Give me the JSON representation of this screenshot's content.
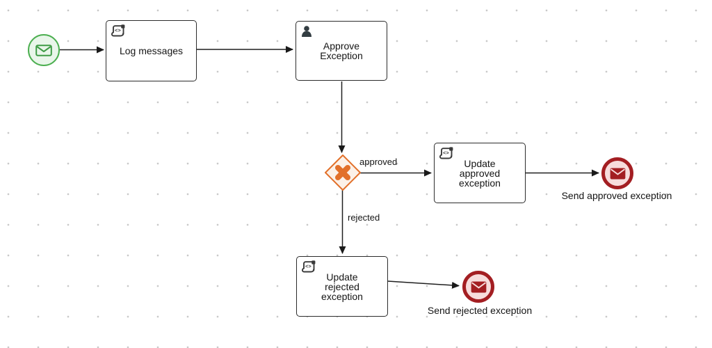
{
  "diagram": {
    "type": "bpmn-process",
    "nodes": {
      "start_event": {
        "type": "message-start-event",
        "icon": "envelope-icon",
        "color": "#4caf50"
      },
      "log_messages": {
        "label": "Log messages",
        "type": "script-task",
        "icon": "script-icon"
      },
      "approve_exception": {
        "label": "Approve Exception",
        "type": "user-task",
        "icon": "user-icon"
      },
      "gateway": {
        "type": "exclusive-gateway",
        "icon": "x-marker-icon",
        "color": "#e2702a"
      },
      "update_approved": {
        "label": "Update approved exception",
        "type": "script-task",
        "icon": "script-icon"
      },
      "update_rejected": {
        "label": "Update rejected exception",
        "type": "script-task",
        "icon": "script-icon"
      },
      "end_approved": {
        "label": "Send approved exception",
        "type": "message-end-event",
        "icon": "envelope-icon",
        "color": "#a31e22"
      },
      "end_rejected": {
        "label": "Send rejected exception",
        "type": "message-end-event",
        "icon": "envelope-icon",
        "color": "#a31e22"
      }
    },
    "edges": {
      "approved": {
        "label": "approved"
      },
      "rejected": {
        "label": "rejected"
      }
    },
    "colors": {
      "start_stroke": "#4caf50",
      "start_fill": "#e9f6ea",
      "end_stroke": "#a31e22",
      "end_fill": "#f7dcdc",
      "gateway_stroke": "#e2702a",
      "gateway_fill": "#fcf1e8",
      "task_stroke": "#2b2b2b",
      "flow_line": "#1f1f1f",
      "grid_dot": "#c9c9c9"
    }
  }
}
